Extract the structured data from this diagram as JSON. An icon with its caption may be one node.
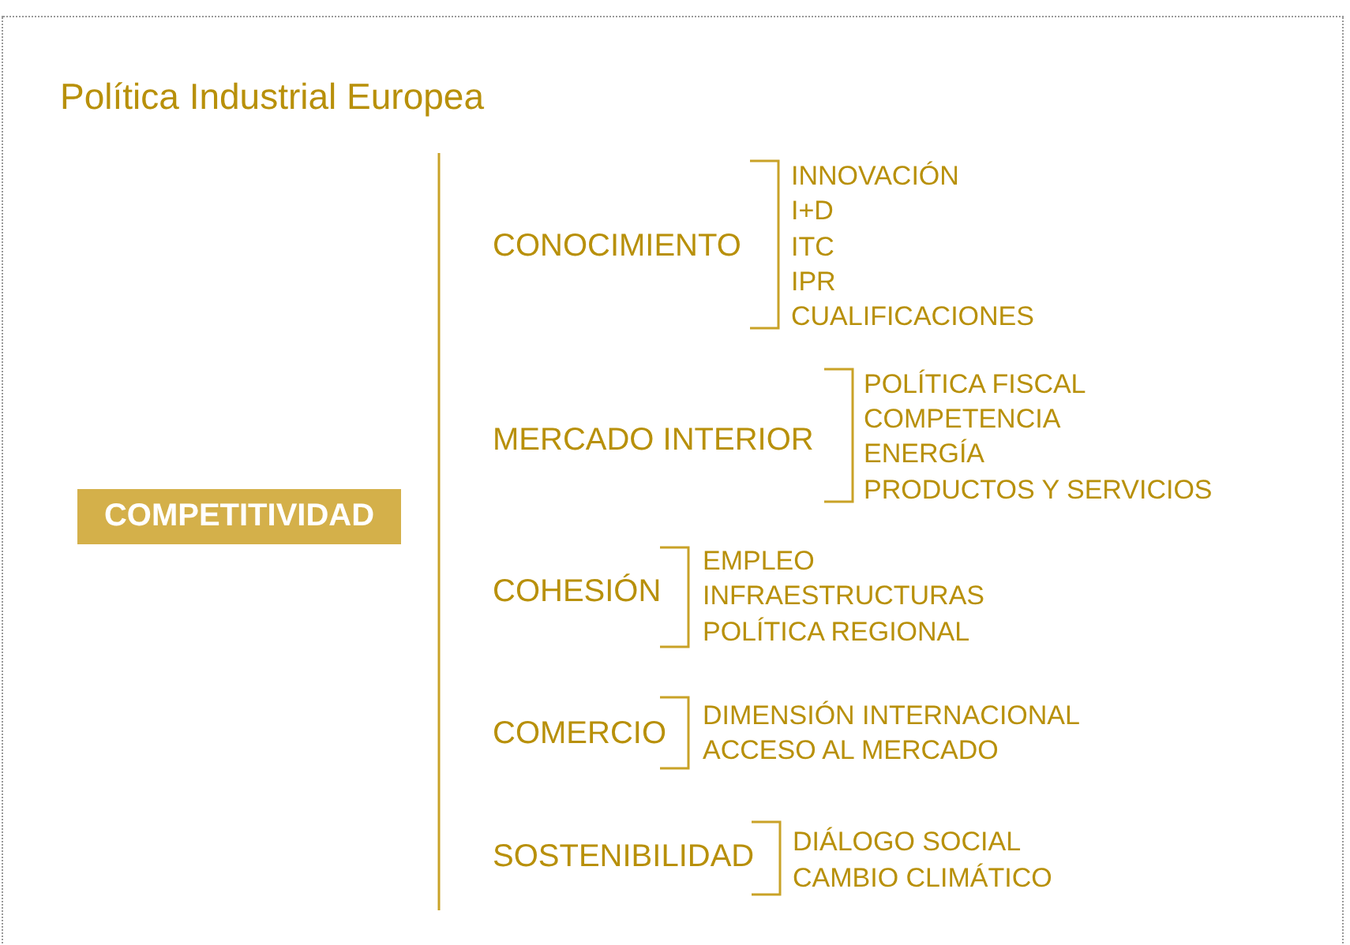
{
  "diagram": {
    "title": "Política Industrial Europea",
    "nodes": [
      {
        "text": [
          "COMPETITIVIDAD"
        ]
      }
    ],
    "labels": [
      "CONOCIMIENTO",
      "INNOVACIÓN",
      "I+D",
      "ITC",
      "IPR",
      "CUALIFICACIONES",
      "MERCADO INTERIOR",
      "POLÍTICA FISCAL",
      "COMPETENCIA",
      "ENERGÍA",
      "PRODUCTOS Y SERVICIOS",
      "COHESIÓN",
      "EMPLEO",
      "INFRAESTRUCTURAS",
      "POLÍTICA REGIONAL",
      "COMERCIO",
      "DIMENSIÓN INTERNACIONAL",
      "ACCESO AL MERCADO",
      "SOSTENIBILIDAD",
      "DIÁLOGO SOCIAL",
      "CAMBIO CLIMÁTICO"
    ]
  }
}
